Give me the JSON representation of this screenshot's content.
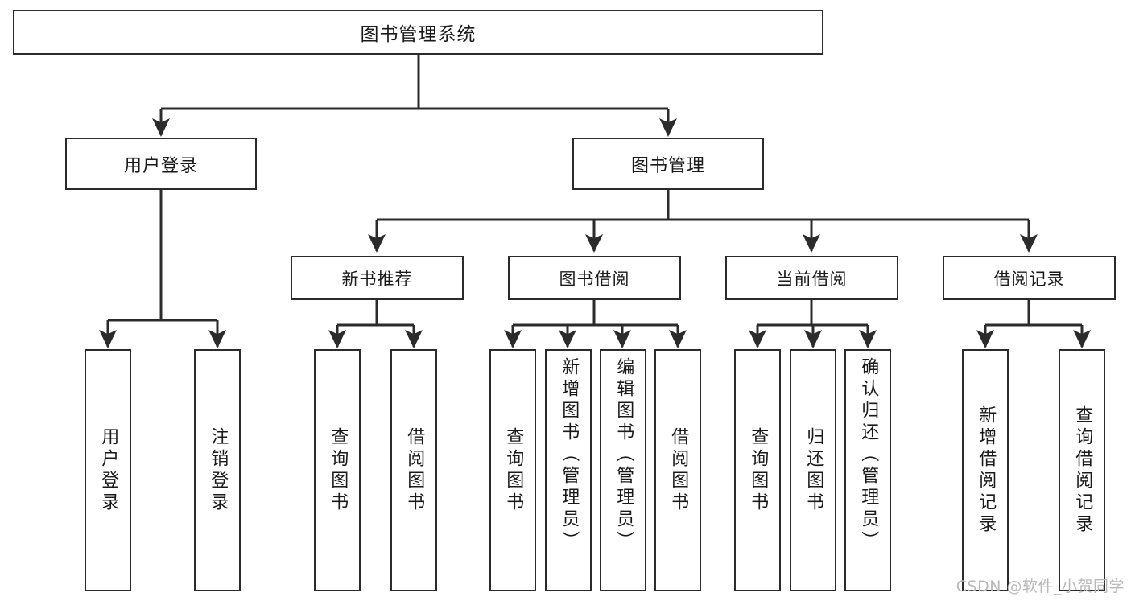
{
  "diagram": {
    "type": "tree-hierarchy",
    "title": "图书管理系统",
    "watermark": "CSDN @软件_小贺同学",
    "root": {
      "id": "root",
      "label": "图书管理系统"
    },
    "level1": [
      {
        "id": "user-login",
        "label": "用户登录"
      },
      {
        "id": "book-manage",
        "label": "图书管理"
      }
    ],
    "level2": [
      {
        "id": "new-book-recommend",
        "label": "新书推荐",
        "parent": "book-manage"
      },
      {
        "id": "book-borrow",
        "label": "图书借阅",
        "parent": "book-manage"
      },
      {
        "id": "current-borrow",
        "label": "当前借阅",
        "parent": "book-manage"
      },
      {
        "id": "borrow-record",
        "label": "借阅记录",
        "parent": "book-manage"
      }
    ],
    "leaves": [
      {
        "id": "leaf-user-login",
        "label": "用户登录",
        "parent": "user-login"
      },
      {
        "id": "leaf-user-logout",
        "label": "注销登录",
        "parent": "user-login"
      },
      {
        "id": "leaf-query-book-1",
        "label": "查询图书",
        "parent": "new-book-recommend"
      },
      {
        "id": "leaf-borrow-book-1",
        "label": "借阅图书",
        "parent": "new-book-recommend"
      },
      {
        "id": "leaf-query-book-2",
        "label": "查询图书",
        "parent": "book-borrow"
      },
      {
        "id": "leaf-add-book",
        "label": "新增图书（管理员）",
        "parent": "book-borrow"
      },
      {
        "id": "leaf-edit-book",
        "label": "编辑图书（管理员）",
        "parent": "book-borrow"
      },
      {
        "id": "leaf-borrow-book-2",
        "label": "借阅图书",
        "parent": "book-borrow"
      },
      {
        "id": "leaf-query-book-3",
        "label": "查询图书",
        "parent": "current-borrow"
      },
      {
        "id": "leaf-return-book",
        "label": "归还图书",
        "parent": "current-borrow"
      },
      {
        "id": "leaf-confirm-return",
        "label": "确认归还（管理员）",
        "parent": "current-borrow"
      },
      {
        "id": "leaf-add-record",
        "label": "新增借阅记录",
        "parent": "borrow-record"
      },
      {
        "id": "leaf-query-record",
        "label": "查询借阅记录",
        "parent": "borrow-record"
      }
    ],
    "colors": {
      "stroke": "#2b2b2b",
      "fill": "#ffffff",
      "text": "#1a1a1a",
      "watermark": "#b9b9b9"
    }
  }
}
